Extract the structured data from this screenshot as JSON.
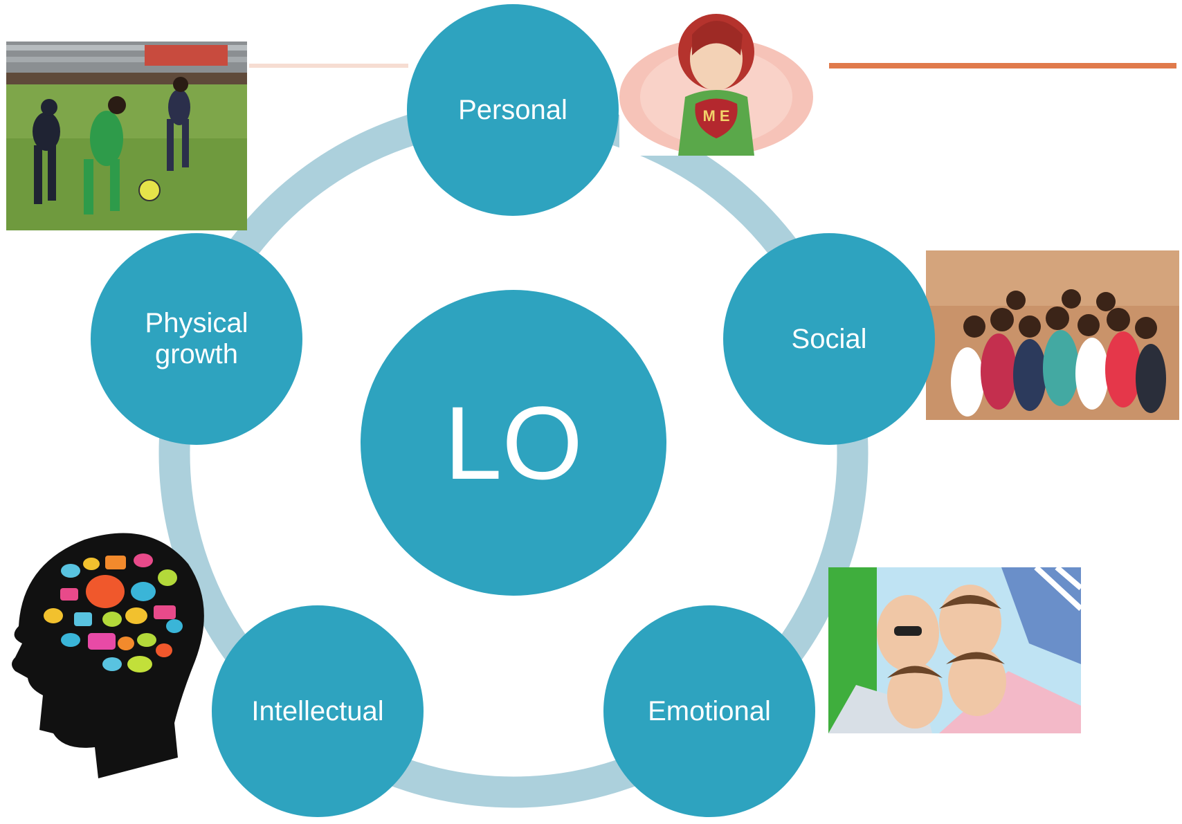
{
  "colors": {
    "node_fill": "#2ea3bf",
    "ring": "#acd0dc",
    "node_text": "#ffffff",
    "accent_line": "#e07a4b"
  },
  "center": {
    "label": "LO"
  },
  "nodes": [
    {
      "id": "personal",
      "label": "Personal"
    },
    {
      "id": "social",
      "label": "Social"
    },
    {
      "id": "emotional",
      "label": "Emotional"
    },
    {
      "id": "intellectual",
      "label": "Intellectual"
    },
    {
      "id": "physical",
      "label": "Physical growth"
    }
  ],
  "images": [
    {
      "name": "soccer-players-photo"
    },
    {
      "name": "me-hug-cartoon",
      "text": "ME"
    },
    {
      "name": "group-of-people-photo"
    },
    {
      "name": "smiling-friends-photo"
    },
    {
      "name": "head-speech-bubbles-illustration"
    }
  ]
}
